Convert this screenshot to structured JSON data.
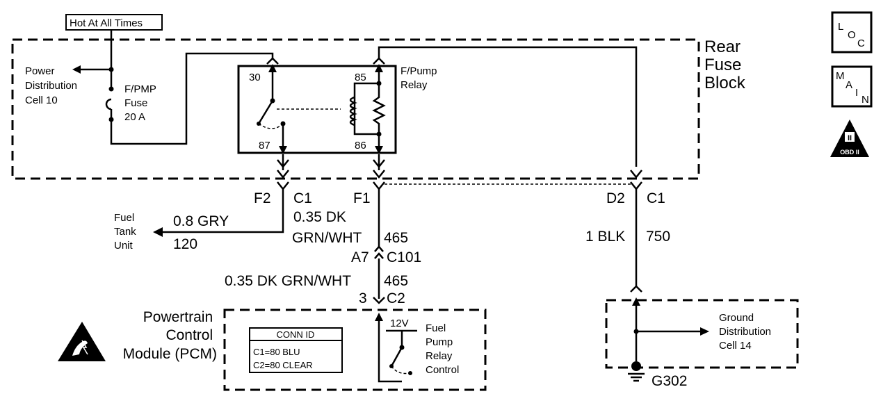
{
  "top_label": "Hot At All Times",
  "power_distribution": [
    "Power",
    "Distribution",
    "Cell 10"
  ],
  "fuse": [
    "F/PMP",
    "Fuse",
    "20 A"
  ],
  "rear_fuse_block": [
    "Rear",
    "Fuse",
    "Block"
  ],
  "relay": {
    "name": [
      "F/Pump",
      "Relay"
    ],
    "pins": {
      "p30": "30",
      "p85": "85",
      "p87": "87",
      "p86": "86"
    }
  },
  "connectors": {
    "f2": "F2",
    "c1_left": "C1",
    "f1": "F1",
    "d2": "D2",
    "c1_right": "C1",
    "a7": "A7",
    "c101": "C101",
    "pin3": "3",
    "c2": "C2"
  },
  "wires": {
    "gry_size": "0.8 GRY",
    "gry_circuit": "120",
    "dkgrn_size": "0.35 DK",
    "dkgrn_color": "GRN/WHT",
    "dkgrn_circuit": "465",
    "dkgrn_full": "0.35 DK GRN/WHT",
    "dkgrn_circuit2": "465",
    "blk_size": "1 BLK",
    "blk_circuit": "750"
  },
  "fuel_tank": [
    "Fuel",
    "Tank",
    "Unit"
  ],
  "pcm": {
    "name": [
      "Powertrain",
      "Control",
      "Module (PCM)"
    ],
    "conn_title": "CONN ID",
    "conn_rows": [
      "C1=80 BLU",
      "C2=80 CLEAR"
    ],
    "voltage": "12V",
    "relay_ctrl": [
      "Fuel",
      "Pump",
      "Relay",
      "Control"
    ]
  },
  "ground": {
    "dist": [
      "Ground",
      "Distribution",
      "Cell 14"
    ],
    "id": "G302"
  },
  "icons": {
    "loc": [
      "L",
      "O",
      "C"
    ],
    "main": [
      "M",
      "A",
      "I",
      "N"
    ],
    "obd": "OBD II",
    "obd_mark": "II"
  }
}
